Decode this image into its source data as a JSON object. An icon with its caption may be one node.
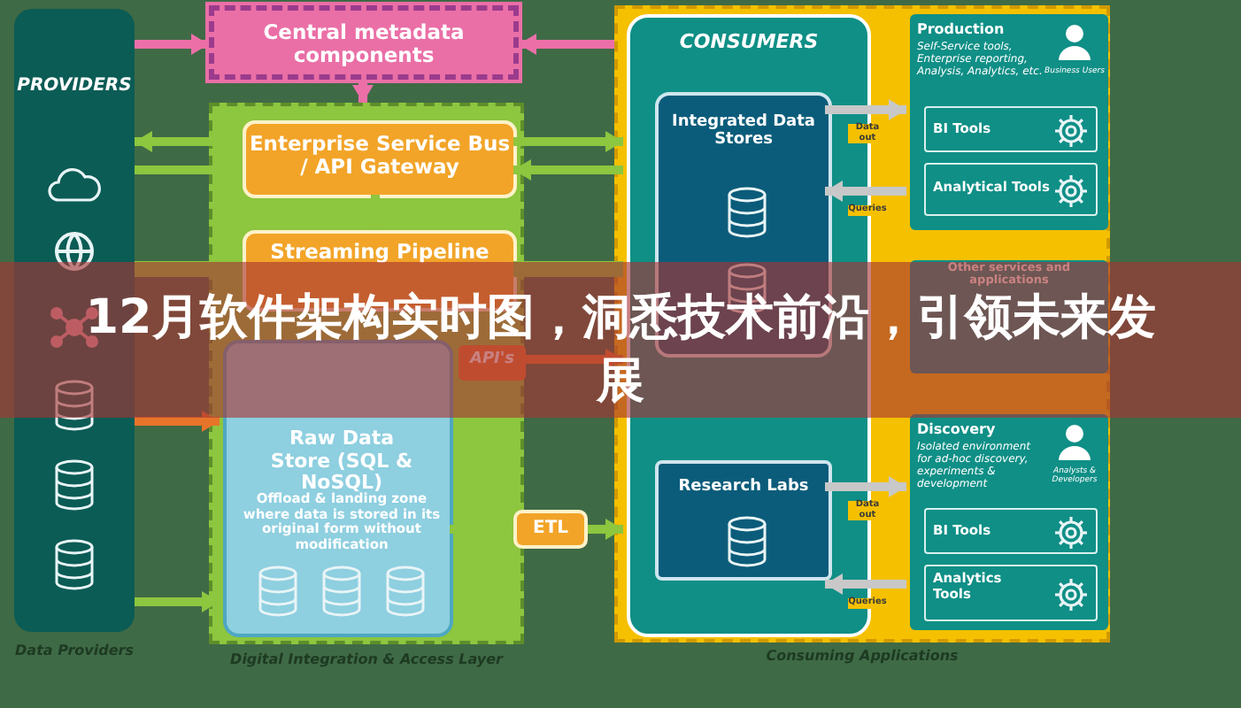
{
  "diagram": {
    "title": "12月软件架构实时图，洞悉技术前沿，引领未来发展",
    "nodes": [
      {
        "text": [
          "PROVIDERS"
        ],
        "beside": [
          "Data Providers"
        ]
      },
      {
        "text": [
          "Central metadata components"
        ]
      },
      {
        "text": [
          "Digital Integration & Access Layer"
        ]
      },
      {
        "text": [
          "Enterprise Service Bus / API Gateway"
        ],
        "in": 2
      },
      {
        "text": [
          "Streaming Pipeline"
        ],
        "in": 2
      },
      {
        "text": [
          "Raw Data Store (SQL & NoSQL)",
          "Offload & landing zone where data is stored in its original form without modification"
        ],
        "in": 2
      },
      {
        "text": [
          "API's"
        ],
        "in": 2
      },
      {
        "text": [
          "ETL"
        ]
      },
      {
        "text": [
          "Consuming Applications"
        ]
      },
      {
        "text": [
          "CONSUMERS"
        ],
        "in": 8
      },
      {
        "text": [
          "Integrated Data Stores"
        ],
        "in": 9
      },
      {
        "text": [
          "Research Labs"
        ],
        "in": 9
      },
      {
        "text": [
          "Production",
          "Self-Service tools, Enterprise reporting, Analysis, Analytics, etc.",
          "Business Users"
        ],
        "in": 8
      },
      {
        "text": [
          "BI Tools"
        ],
        "in": 12
      },
      {
        "text": [
          "Analytical Tools"
        ],
        "in": 12
      },
      {
        "text": [
          "Other services and applications"
        ],
        "in": 8
      },
      {
        "text": [
          "Discovery",
          "Isolated environment for ad-hoc discovery, experiments & development",
          "Analysts & Developers"
        ],
        "in": 8
      },
      {
        "text": [
          "BI Tools"
        ],
        "in": 16
      },
      {
        "text": [
          "Analytics Tools"
        ],
        "in": 16
      }
    ],
    "edges": [
      {
        "from": 0,
        "to": 1,
        "arrow": "to",
        "color": "#ec6fa8"
      },
      {
        "from": 8,
        "to": 1,
        "arrow": "to",
        "color": "#ec6fa8"
      },
      {
        "from": 1,
        "to": 2,
        "arrow": "to",
        "color": "#ec6fa8"
      },
      {
        "from": 3,
        "to": 0,
        "arrow": "to"
      },
      {
        "from": 0,
        "to": 3,
        "arrow": "to"
      },
      {
        "from": 3,
        "to": 9,
        "arrow": "to"
      },
      {
        "from": 9,
        "to": 3,
        "arrow": "to"
      },
      {
        "from": 3,
        "to": 4,
        "arrow": "to"
      },
      {
        "from": 0,
        "to": 4,
        "arrow": "none",
        "style": "thick"
      },
      {
        "from": 4,
        "to": 9,
        "arrow": "none",
        "style": "thick"
      },
      {
        "from": 0,
        "to": 5,
        "arrow": "to",
        "color": "#e8742a"
      },
      {
        "from": 0,
        "to": 5,
        "arrow": "to"
      },
      {
        "from": 6,
        "to": 9,
        "arrow": "to",
        "color": "#e8742a"
      },
      {
        "from": 5,
        "to": 7,
        "arrow": "to"
      },
      {
        "from": 7,
        "to": 9,
        "arrow": "to"
      },
      {
        "from": 10,
        "to": 12,
        "arrow": "to",
        "label": "Data out",
        "color": "#c8c8c8"
      },
      {
        "from": 12,
        "to": 10,
        "arrow": "to",
        "label": "Queries",
        "color": "#c8c8c8"
      },
      {
        "from": 11,
        "to": 16,
        "arrow": "to",
        "label": "Data out",
        "color": "#c8c8c8"
      },
      {
        "from": 16,
        "to": 11,
        "arrow": "to",
        "label": "Queries",
        "color": "#c8c8c8"
      }
    ]
  }
}
